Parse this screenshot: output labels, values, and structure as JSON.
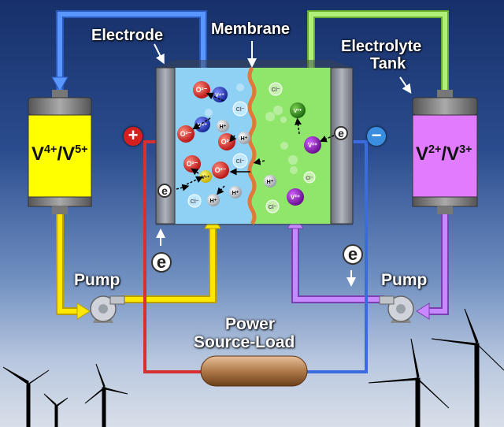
{
  "labels": {
    "electrode": "Electrode",
    "membrane": "Membrane",
    "electrolyte_tank_line1": "Electrolyte",
    "electrolyte_tank_line2": "Tank",
    "pump_left": "Pump",
    "pump_right": "Pump",
    "power_line1": "Power",
    "power_line2": "Source-Load"
  },
  "tanks": {
    "left": {
      "main": "V",
      "sup1": "4+",
      "slash": "/V",
      "sup2": "5+",
      "color": "#ffff00"
    },
    "right": {
      "main": "V",
      "sup1": "2+",
      "slash": "/V",
      "sup2": "3+",
      "color": "#e17cff"
    }
  },
  "terminals": {
    "positive": "+",
    "negative": "−",
    "positive_color": "#d62020",
    "negative_color": "#3a8ee0"
  },
  "electron_symbol": "e",
  "ion_labels": {
    "o2": "O²⁻",
    "v4": "V⁴⁺",
    "v5": "V⁵⁺",
    "h": "H⁺",
    "cl": "Cl⁻",
    "v2": "V²⁺",
    "v3": "V³⁺"
  },
  "colors": {
    "pipe_blue": "#4a86f0",
    "pipe_green": "#a8f070",
    "pipe_yellow": "#ffe600",
    "pipe_purple": "#c080ff",
    "wire_red": "#d83030",
    "wire_blue": "#3a6ce0",
    "cell_left": "#8fd0f5",
    "cell_right": "#8fe66a",
    "membrane": "#e0783a"
  }
}
